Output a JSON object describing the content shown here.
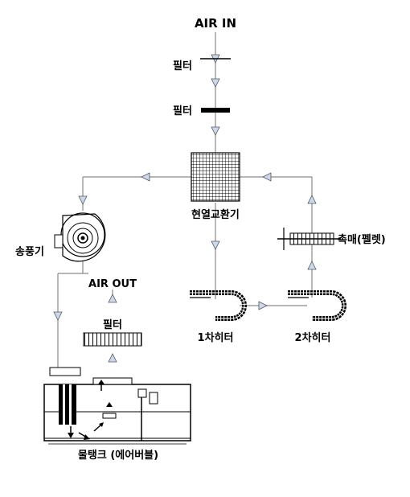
{
  "labels": {
    "air_in": "AIR IN",
    "filter_1": "필터",
    "filter_2": "필터",
    "heat_exchanger": "현열교환기",
    "catalyst": "촉매(펠렛)",
    "blower": "송풍기",
    "air_out": "AIR OUT",
    "filter_3": "필터",
    "heater_1": "1차히터",
    "heater_2": "2차히터",
    "water_tank": "물탱크 (에어버블)"
  },
  "colors": {
    "line": "#8a8a8a",
    "arrow_fill": "#c9daf0",
    "ink": "#000000"
  }
}
